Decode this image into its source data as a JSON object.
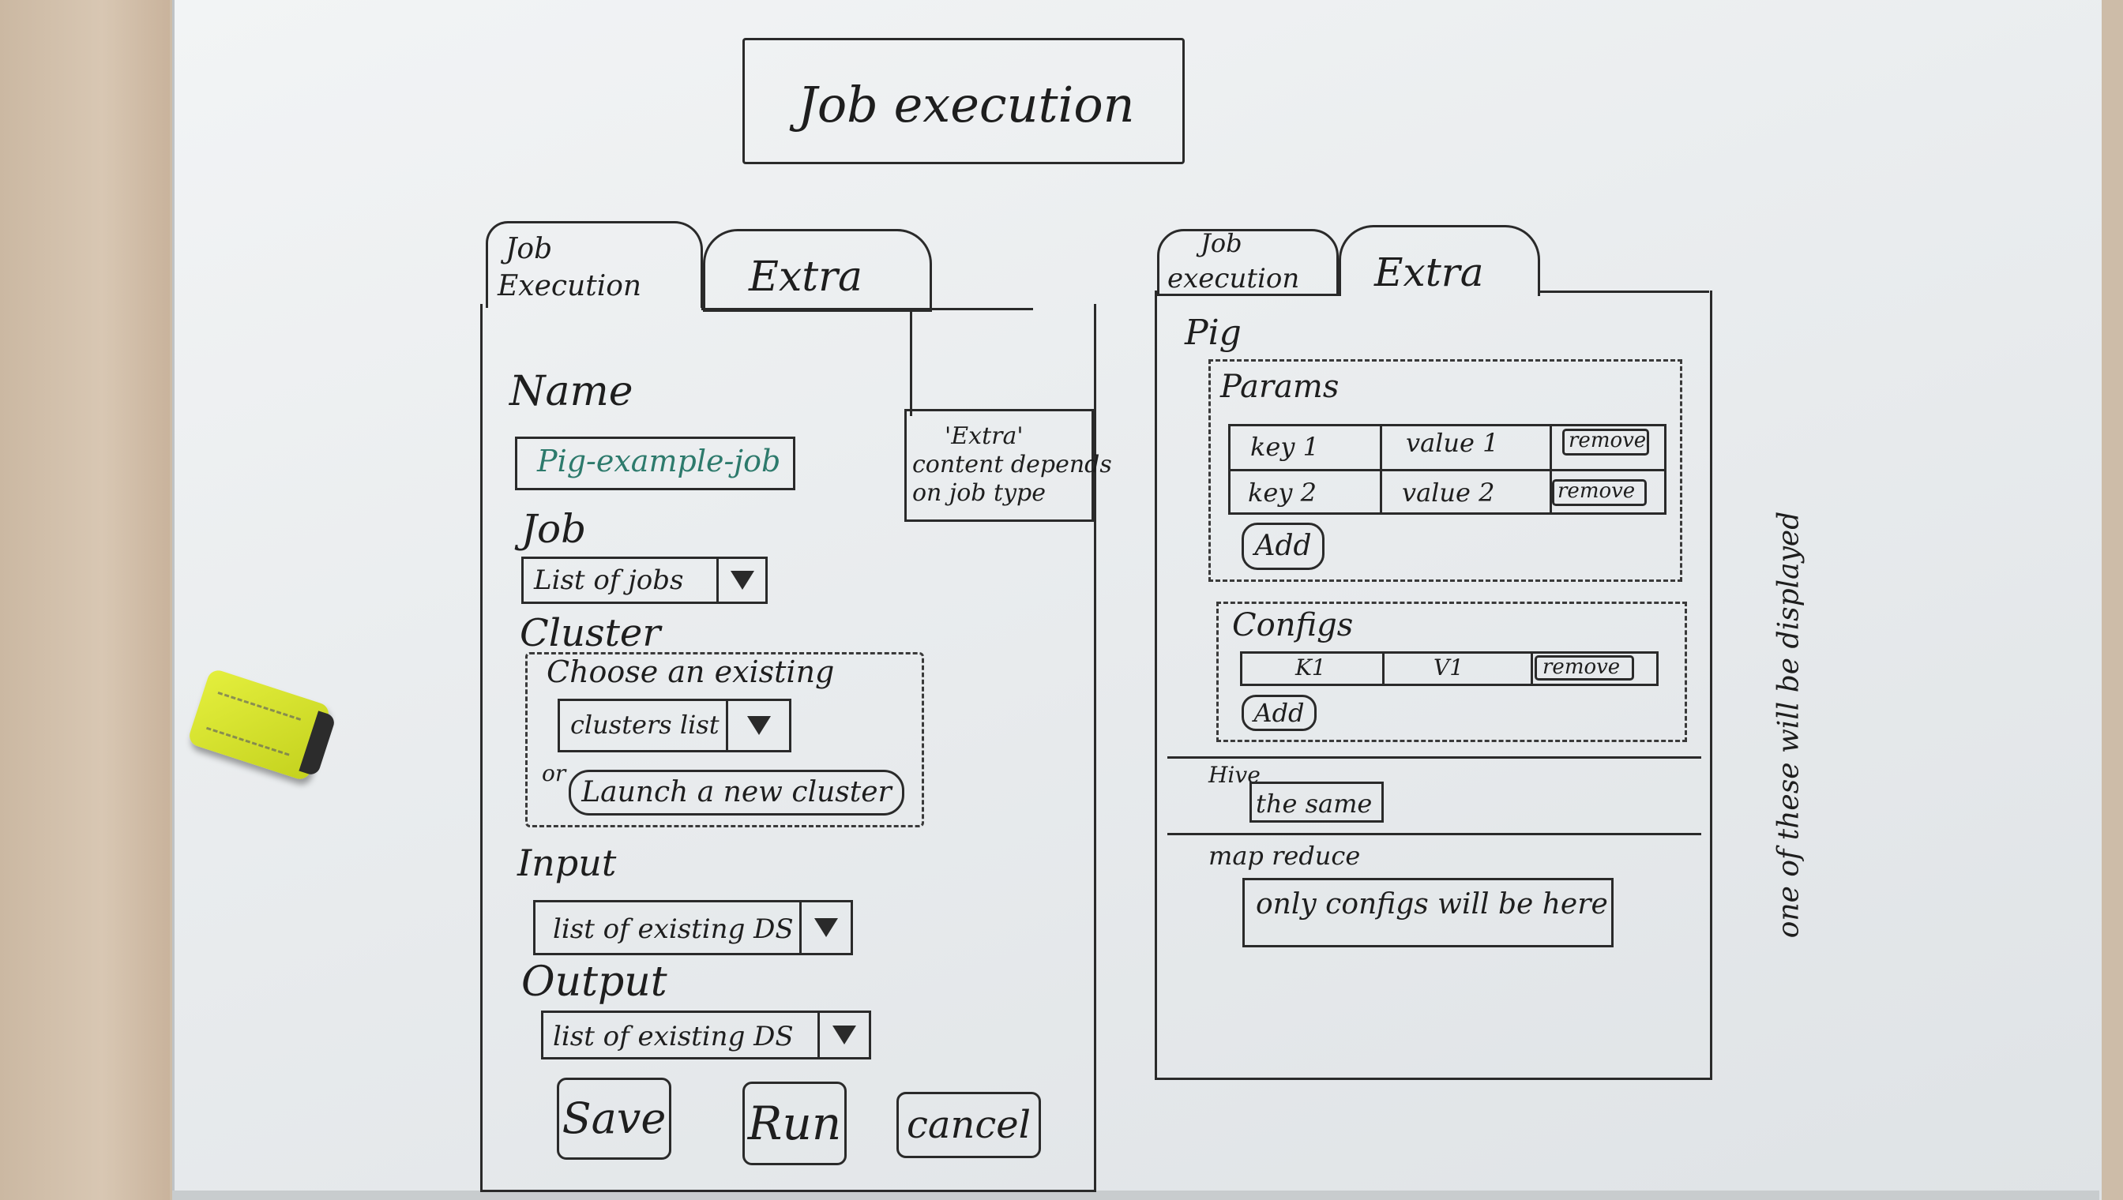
{
  "title": "Job execution",
  "left_panel": {
    "tabs": {
      "job_execution": "Job Execution",
      "job_execution_line1": "Job",
      "job_execution_line2": "Execution",
      "extra": "Extra"
    },
    "name_label": "Name",
    "name_value": "Pig-example-job",
    "job_label": "Job",
    "job_select": "List of jobs",
    "cluster_label": "Cluster",
    "cluster_choose_label": "Choose an existing",
    "cluster_select": "clusters list",
    "or_text": "or",
    "launch_button": "Launch a new cluster",
    "input_label": "Input",
    "input_select": "list of existing DS",
    "output_label": "Output",
    "output_select": "list of existing DS",
    "save_button": "Save",
    "run_button": "Run",
    "cancel_button": "cancel"
  },
  "note": {
    "line1": "'Extra'",
    "line2": "content depends",
    "line3": "on job type"
  },
  "right_panel": {
    "tabs": {
      "job_execution_line1": "Job",
      "job_execution_line2": "execution",
      "extra": "Extra"
    },
    "pig_label": "Pig",
    "params": {
      "label": "Params",
      "rows": [
        {
          "key": "key 1",
          "value": "value 1",
          "action": "remove"
        },
        {
          "key": "key 2",
          "value": "value 2",
          "action": "remove"
        }
      ],
      "add_button": "Add"
    },
    "configs": {
      "label": "Configs",
      "rows": [
        {
          "key": "K1",
          "value": "V1",
          "action": "remove"
        }
      ],
      "add_button": "Add"
    },
    "hive_label": "Hive",
    "hive_text": "the same",
    "mapreduce_label": "map reduce",
    "mapreduce_text": "only configs will be here",
    "side_note": "one of these will be displayed"
  },
  "colors": {
    "ink": "#2a2a2a",
    "green_marker": "#2d7a6c",
    "board": "#eef0f1",
    "eraser": "#d8e32e"
  }
}
